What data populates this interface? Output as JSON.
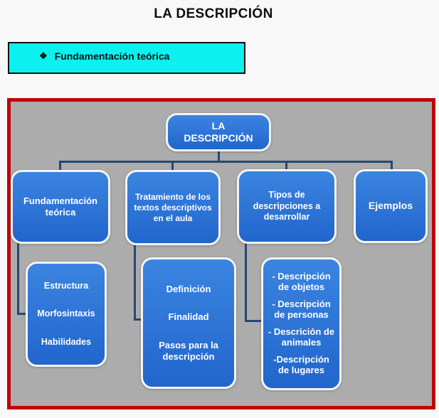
{
  "page": {
    "title": "LA DESCRIPCIÓN"
  },
  "banner": {
    "bullet": "❖",
    "label": "Fundamentación teórica"
  },
  "diagram": {
    "root": {
      "line1": "LA",
      "line2": "DESCRIPCIÓN"
    },
    "branches": [
      {
        "label": "Fundamentación teórica",
        "children": [
          "Estructura",
          "Morfosintaxis",
          "Habilidades"
        ]
      },
      {
        "label": "Tratamiento de los textos descriptivos en el aula",
        "children": [
          "Definición",
          "Finalidad",
          "Pasos para la descripción"
        ]
      },
      {
        "label": "Tipos de descripciones a desarrollar",
        "children": [
          "- Descripción de objetos",
          "- Descripción de personas",
          "- Descrición de animales",
          "-Descripción de lugares"
        ]
      },
      {
        "label": "Ejemplos",
        "children": []
      }
    ]
  },
  "colors": {
    "node-blue-top": "#3b84e0",
    "node-blue-bottom": "#2166cc",
    "node-border": "#f4f4f4",
    "connector": "#25486f",
    "frame-red": "#c00404",
    "canvas-gray": "#acacac",
    "banner-cyan": "#0cf0f0",
    "banner-border": "#111111",
    "title-color": "#0c0c14",
    "page-bg": "#f8f8f9"
  }
}
